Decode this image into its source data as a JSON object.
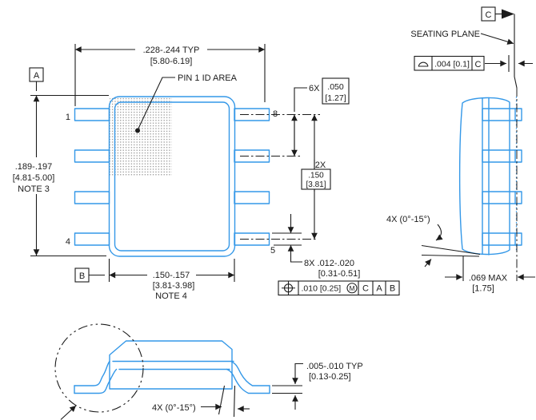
{
  "colors": {
    "part_outline": "#3498e8",
    "drawing_lines": "#1c1c1c",
    "background": "#ffffff"
  },
  "top_view": {
    "datum_a": "A",
    "datum_b": "B",
    "pin_1": "1",
    "pin_4": "4",
    "pin_5": "5",
    "pin_8": "8",
    "pin1_id_label": "PIN 1 ID AREA",
    "dim_lead_span": {
      "value": ".228-.244  TYP",
      "metric": "[5.80-6.19]"
    },
    "dim_body_length": {
      "value": ".189-.197",
      "metric": "[4.81-5.00]",
      "note": "NOTE 3"
    },
    "dim_body_width": {
      "value": ".150-.157",
      "metric": "[3.81-3.98]",
      "note": "NOTE 4"
    },
    "dim_pitch": {
      "count": "6X",
      "value": ".050",
      "metric": "[1.27]"
    },
    "dim_pin_span": {
      "count": "2X",
      "value": ".150",
      "metric": "[3.81]"
    },
    "dim_lead_width": {
      "value": "8X .012-.020",
      "metric": "[0.31-0.51]"
    },
    "fcf_position": {
      "tolerance": ".010 [0.25]",
      "modifier": "M",
      "datum_1": "C",
      "datum_2": "A",
      "datum_3": "B"
    }
  },
  "side_view": {
    "datum_c": "C",
    "seating_plane": "SEATING PLANE",
    "fcf_profile": {
      "tolerance": ".004 [0.1]",
      "datum": "C"
    },
    "dim_lead_angle": "4X (0°-15°)",
    "dim_thickness": {
      "value": ".069 MAX",
      "metric": "[1.75]"
    }
  },
  "front_view": {
    "dim_lead_angle": "4X (0°-15°)",
    "dim_lead_thickness": {
      "value": ".005-.010  TYP",
      "metric": "[0.13-0.25]"
    }
  }
}
